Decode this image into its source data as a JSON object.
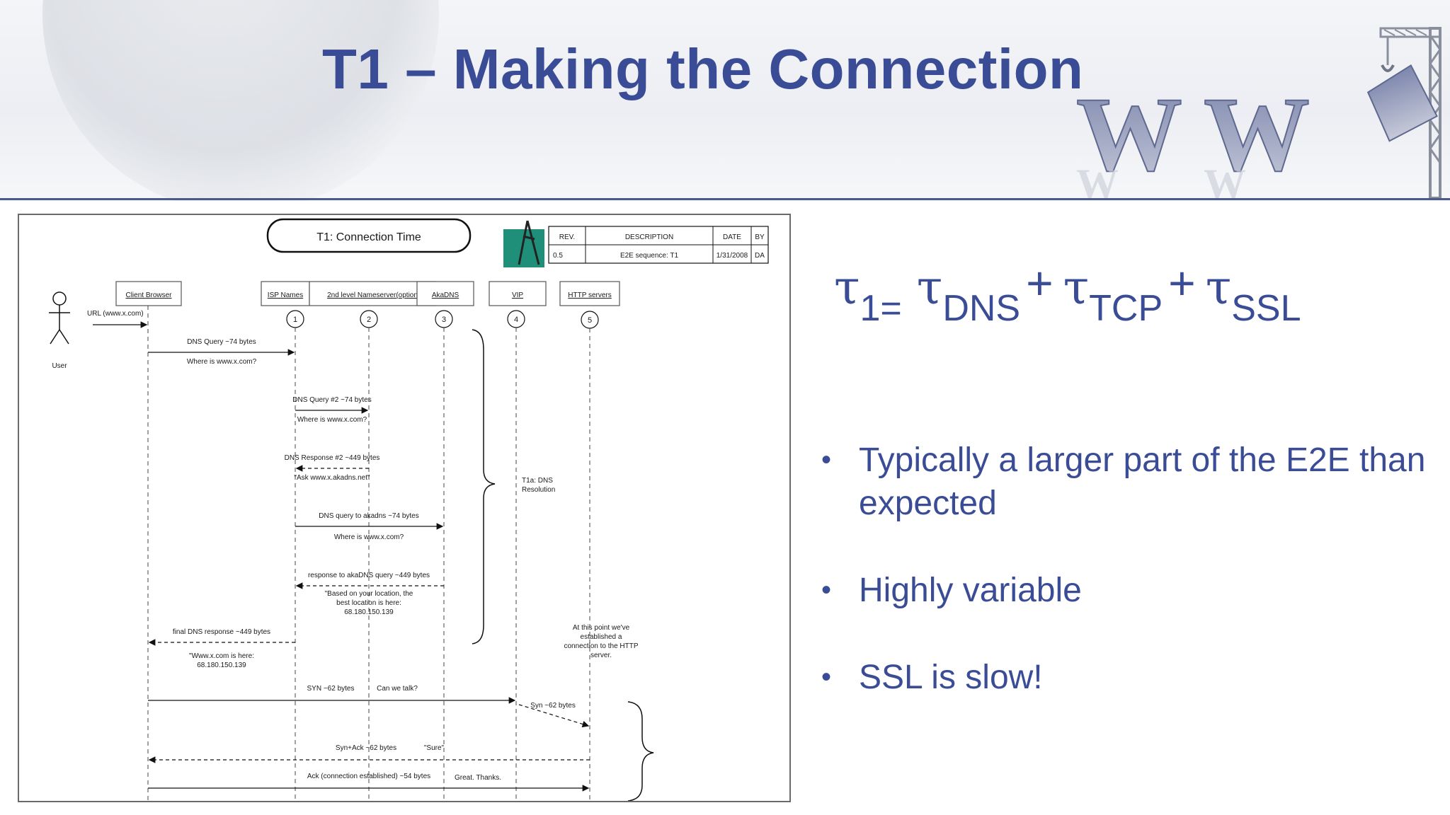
{
  "slide": {
    "title": "T1 – Making the Connection",
    "accent_color": "#3b4c96",
    "logo_icon": "www-construction-logo-icon"
  },
  "diagram": {
    "title_box": "T1: Connection Time",
    "revision_table": {
      "headers": [
        "REV.",
        "DESCRIPTION",
        "DATE",
        "BY"
      ],
      "row": [
        "0.5",
        "E2E sequence: T1",
        "1/31/2008",
        "DA"
      ]
    },
    "actor": "User",
    "lifelines": [
      {
        "label": "Client Browser"
      },
      {
        "label": "ISP Names",
        "number": "1"
      },
      {
        "label": "2nd level Nameserver(option",
        "number": "2"
      },
      {
        "label": "AkaDNS",
        "number": "3"
      },
      {
        "label": "VIP",
        "number": "4"
      },
      {
        "label": "HTTP servers",
        "number": "5"
      }
    ],
    "messages": {
      "url": "URL (www.x.com)",
      "dns_query": "DNS Query ~74 bytes",
      "dns_query_note": "Where is www.x.com?",
      "dns_query2": "DNS Query #2 ~74 bytes",
      "dns_query2_note": "Where is www.x.com?",
      "dns_response2": "DNS Response #2 ~449 bytes",
      "dns_response2_note": "\"Ask www.x.akadns.net\"",
      "dns_akadns": "DNS query to akadns ~74 bytes",
      "dns_akadns_note": "Where is www.x.com?",
      "akadns_response": "response to akaDNS query ~449 bytes",
      "akadns_response_note": [
        "\"Based on your location, the",
        "best location is here:",
        "68.180.150.139"
      ],
      "final_dns": "final DNS response ~449 bytes",
      "final_dns_note": [
        "\"Www.x.com is here:",
        "68.180.150.139"
      ],
      "syn": "SYN ~62 bytes",
      "syn_note": "Can we talk?",
      "syn_fwd": "Syn ~62 bytes",
      "synack": "Syn+Ack ~62 bytes",
      "synack_note": "\"Sure\"",
      "ack": "Ack (connection established) ~54 bytes",
      "ack_note": "Great. Thanks."
    },
    "annotations": {
      "t1a": [
        "T1a:  DNS",
        "Resolution"
      ],
      "established": [
        "At this point we've",
        "established a",
        "connection to the HTTP",
        "server."
      ]
    }
  },
  "formula": {
    "symbol": "τ",
    "terms": [
      {
        "sub": "1="
      },
      {
        "sub": "DNS"
      },
      {
        "sub": "TCP"
      },
      {
        "sub": "SSL"
      }
    ],
    "plus": "+"
  },
  "bullets": [
    "Typically a larger part of the E2E than expected",
    "Highly variable",
    "SSL is slow!"
  ]
}
